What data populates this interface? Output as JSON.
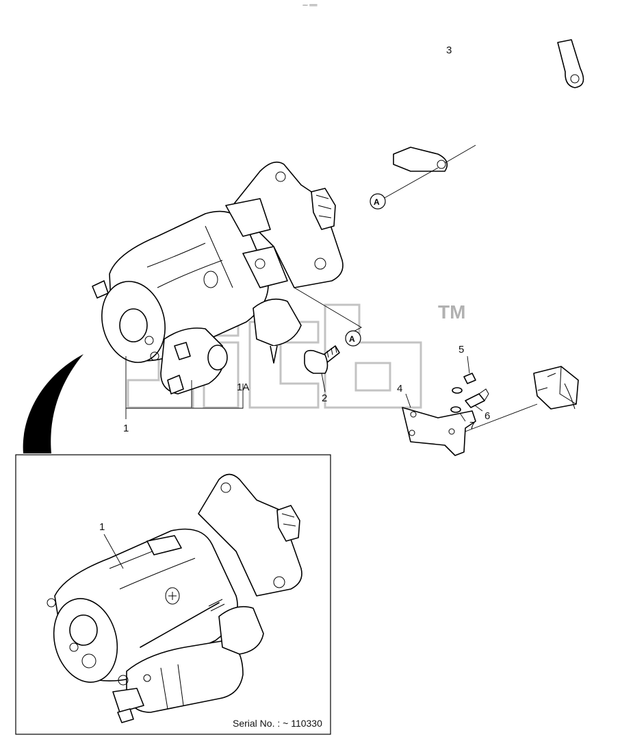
{
  "top_mark": "⁓ ══",
  "watermark": {
    "text": "Jfcb",
    "tm": "TM",
    "color": "#b9b9b9"
  },
  "callouts": {
    "p1": "1",
    "p1a": "1A",
    "p2": "2",
    "p3": "3",
    "p4": "4",
    "p5": "5",
    "p6": "6",
    "p7": "7",
    "inset_p1": "1"
  },
  "connector_ref": {
    "top": "A",
    "middle": "A"
  },
  "inset": {
    "serial_note": "Serial No. : ~ 110330"
  }
}
